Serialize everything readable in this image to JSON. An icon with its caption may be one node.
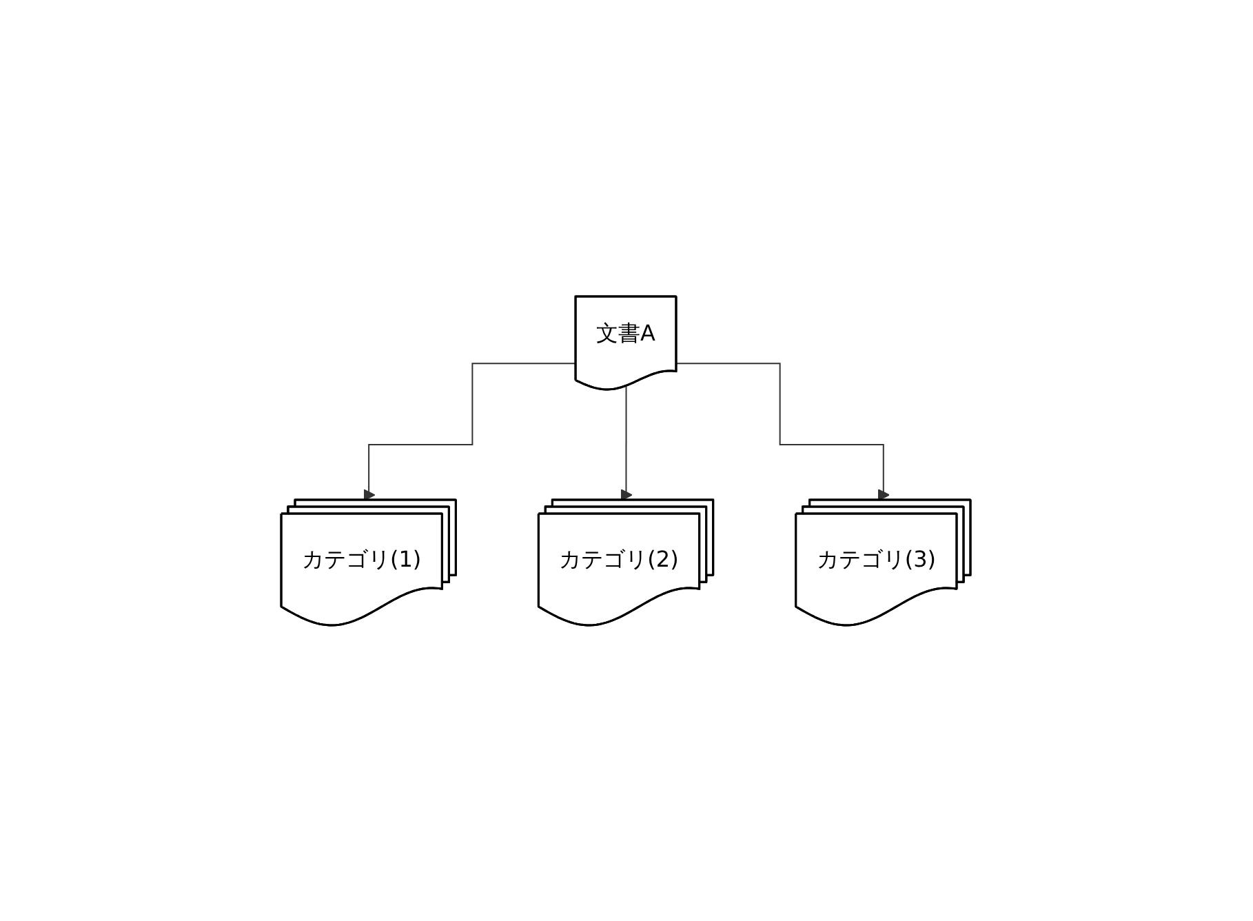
{
  "diagram": {
    "nodes": [
      {
        "text": [
          "文書A"
        ]
      },
      {
        "text": [
          "カテゴリ(1)"
        ]
      },
      {
        "text": [
          "カテゴリ(2)"
        ]
      },
      {
        "text": [
          "カテゴリ(3)"
        ]
      }
    ],
    "edges": [
      {
        "from": 0,
        "to": 1,
        "arrow": "to"
      },
      {
        "from": 0,
        "to": 2,
        "arrow": "to"
      },
      {
        "from": 0,
        "to": 3,
        "arrow": "to"
      }
    ]
  }
}
